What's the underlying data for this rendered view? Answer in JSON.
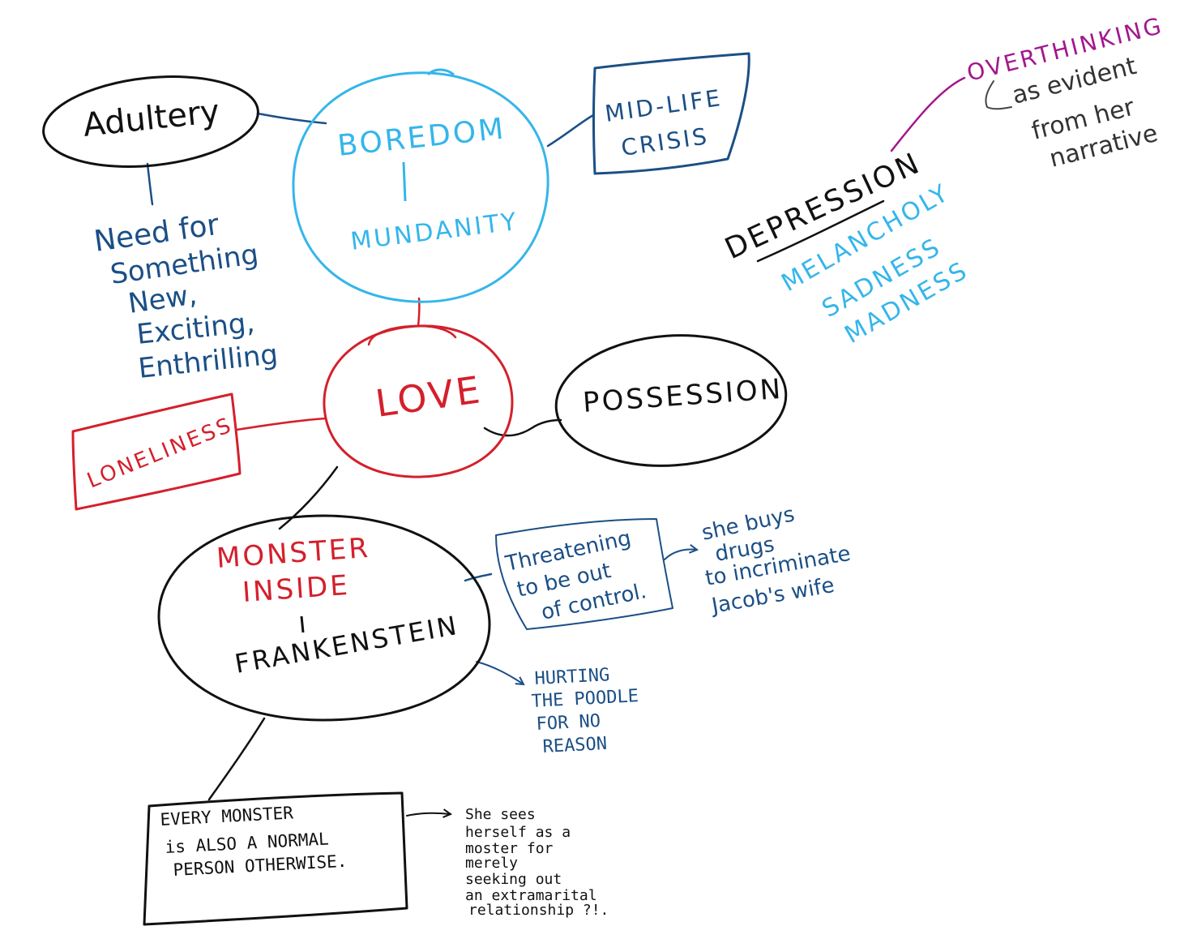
{
  "colors": {
    "black": "#111111",
    "navy": "#1b4f86",
    "sky": "#35b6ea",
    "red": "#d4202c",
    "purple": "#a3178e"
  },
  "nodes": {
    "adultery": "Adultery",
    "boredom": "BOREDOM",
    "mundanity": "MUNDANITY",
    "midlife": [
      "MID-LIFE",
      "CRISIS"
    ],
    "need": [
      "Need for",
      "Something",
      "New,",
      "Exciting,",
      "Enthrilling"
    ],
    "overthinking": "OVERTHINKING",
    "evident": [
      "as evident",
      "from her",
      "narrative"
    ],
    "depression": "DEPRESSION",
    "depression_words": [
      "MELANCHOLY",
      "SADNESS",
      "MADNESS"
    ],
    "love": "LOVE",
    "possession": "POSSESSION",
    "loneliness": "LONELINESS",
    "monster": [
      "MONSTER",
      "INSIDE"
    ],
    "frankenstein": "FRANKENSTEIN",
    "threatening": [
      "Threatening",
      "to be out",
      "of control."
    ],
    "drugs": [
      "she buys",
      "drugs",
      "to incriminate",
      "Jacob's wife"
    ],
    "hurting": [
      "HURTING",
      "THE POODLE",
      "FOR NO",
      "REASON"
    ],
    "every_monster": [
      "EVERY MONSTER",
      "is ALSO A NORMAL",
      "PERSON OTHERWISE."
    ],
    "sees": [
      "She sees",
      "herself as a",
      "moster for",
      "merely",
      "seeking out",
      "an extramarital",
      "relationship ?!."
    ]
  }
}
